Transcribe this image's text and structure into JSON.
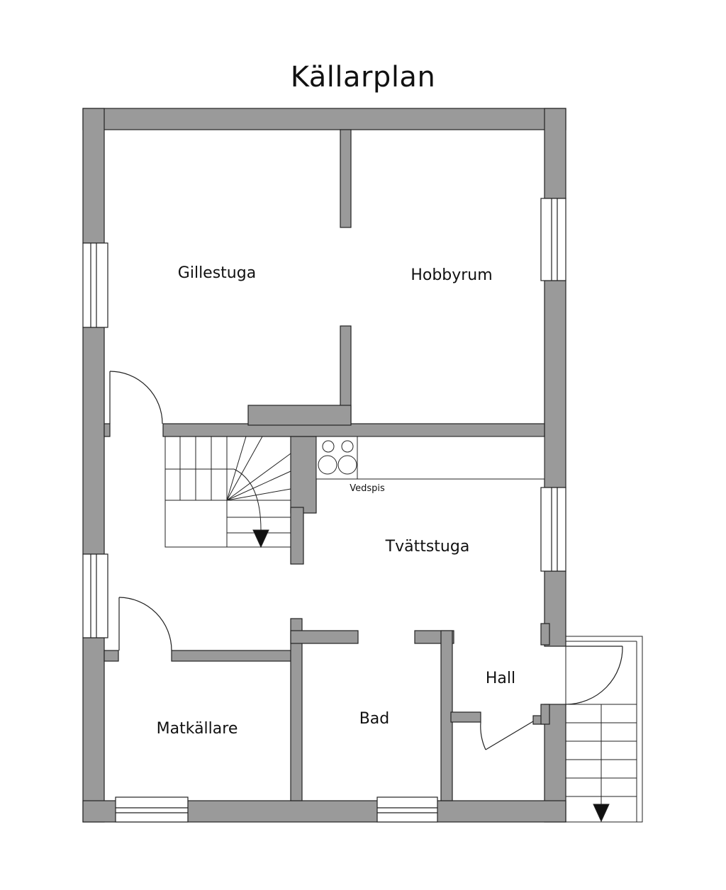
{
  "title": "Källarplan",
  "rooms": {
    "gillestuga": "Gillestuga",
    "hobbyrum": "Hobbyrum",
    "tvattstuga": "Tvättstuga",
    "hall": "Hall",
    "matkallare": "Matkällare",
    "bad": "Bad"
  },
  "fixtures": {
    "vedspis": "Vedspis"
  },
  "colors": {
    "wall": "#9a9a9a",
    "line": "#222222"
  }
}
